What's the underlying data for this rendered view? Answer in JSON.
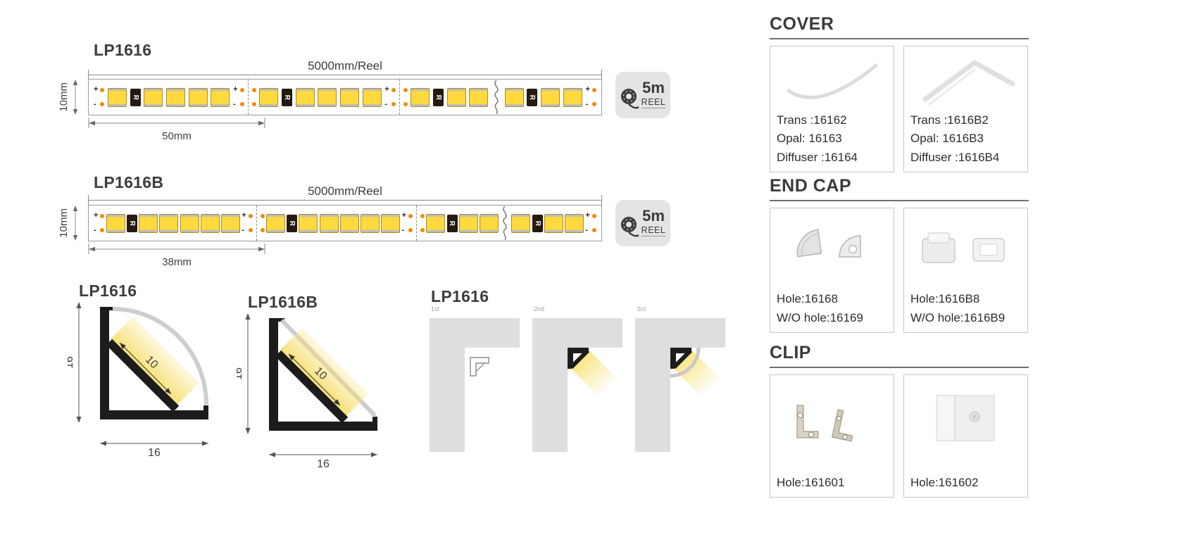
{
  "strip1": {
    "model": "LP1616",
    "length_label": "5000mm/Reel",
    "height_label": "10mm",
    "pitch_label": "50mm",
    "plus": "+",
    "minus": "-",
    "resistor": "R",
    "badge_size": "5m",
    "badge_reel": "REEL",
    "segments": [
      6,
      6,
      4,
      4
    ]
  },
  "strip2": {
    "model": "LP1616B",
    "length_label": "5000mm/Reel",
    "height_label": "10mm",
    "pitch_label": "38mm",
    "plus": "+",
    "minus": "-",
    "resistor": "R",
    "badge_size": "5m",
    "badge_reel": "REEL",
    "segments": [
      7,
      7,
      4,
      4
    ]
  },
  "profile1": {
    "model": "LP1616",
    "height": "16",
    "width": "16",
    "inner": "10"
  },
  "profile2": {
    "model": "LP1616B",
    "height": "16",
    "width": "16",
    "inner": "10"
  },
  "install": {
    "model": "LP1616",
    "steps": [
      "1st",
      "2nd",
      "3rd"
    ]
  },
  "sections": {
    "cover": {
      "heading": "COVER",
      "box1": {
        "line1": "Trans :16162",
        "line2": "Opal: 16163",
        "line3": "Diffuser :16164"
      },
      "box2": {
        "line1": "Trans :1616B2",
        "line2": "Opal: 1616B3",
        "line3": "Diffuser :1616B4"
      }
    },
    "endcap": {
      "heading": "END CAP",
      "box1": {
        "line1": "Hole:16168",
        "line2": "W/O hole:16169"
      },
      "box2": {
        "line1": "Hole:1616B8",
        "line2": "W/O hole:1616B9"
      }
    },
    "clip": {
      "heading": "CLIP",
      "box1": {
        "line1": "Hole:161601"
      },
      "box2": {
        "line1": "Hole:161602"
      }
    }
  }
}
